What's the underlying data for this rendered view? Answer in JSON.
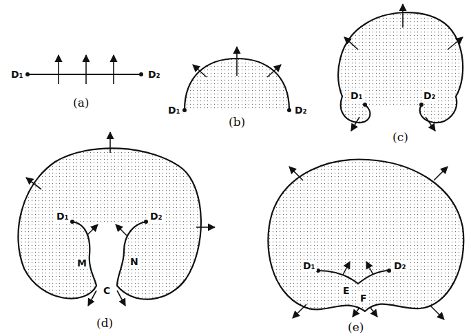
{
  "diagram": {
    "labels": [
      "D₁",
      "D₂",
      "(a)",
      "D₁",
      "D₂",
      "(b)",
      "D₁",
      "D₂",
      "(c)",
      "D₁",
      "D₂",
      "M",
      "N",
      "C",
      "(d)",
      "D₁",
      "D₂",
      "E",
      "F",
      "(e)"
    ]
  }
}
